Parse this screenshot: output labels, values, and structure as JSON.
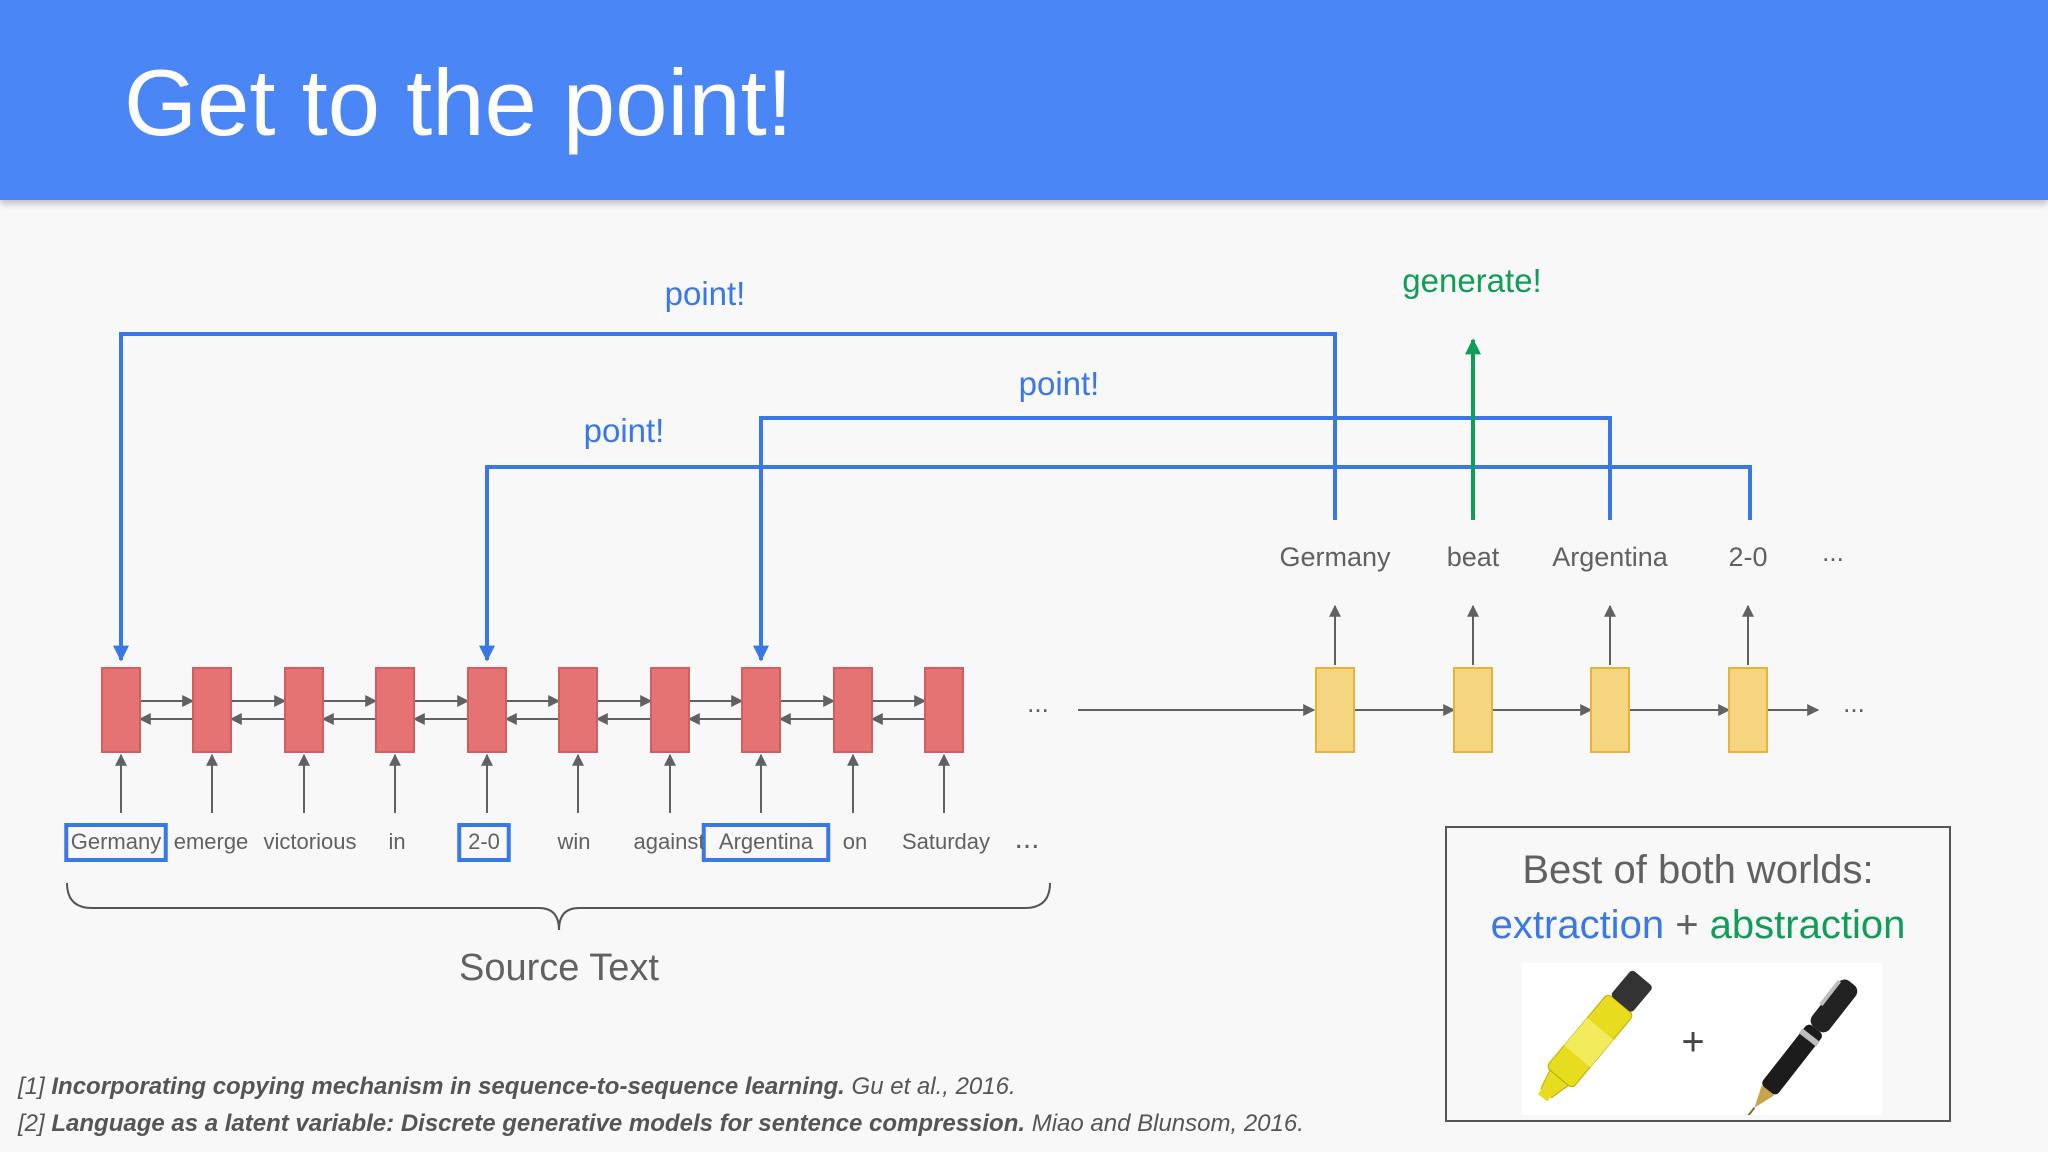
{
  "slide": {
    "title": "Get to the point!"
  },
  "diagram": {
    "labels": {
      "point_outer": "point!",
      "point_inner": "point!",
      "point_right": "point!",
      "generate": "generate!",
      "source_text": "Source Text"
    },
    "source_tokens": [
      "Germany",
      "emerge",
      "victorious",
      "in",
      "2-0",
      "win",
      "against",
      "Argentina",
      "on",
      "Saturday"
    ],
    "highlighted_tokens": [
      "Germany",
      "2-0",
      "Argentina"
    ],
    "output_tokens": [
      "Germany",
      "beat",
      "Argentina",
      "2-0"
    ],
    "ellipsis": "...",
    "colors": {
      "encoder": "#e57373",
      "decoder": "#f6d581",
      "point": "#3b78e7",
      "generate": "#0f9d58",
      "text": "#616161"
    }
  },
  "panel": {
    "title": "Best of both worlds:",
    "extraction": "extraction",
    "plus": "+",
    "abstraction": "abstraction",
    "tool_plus": "+",
    "icons": [
      "highlighter-icon",
      "fountain-pen-icon"
    ]
  },
  "references": [
    {
      "marker": "[1]",
      "title": "Incorporating copying mechanism in sequence-to-sequence learning.",
      "authors": "Gu et al., 2016."
    },
    {
      "marker": "[2]",
      "title": "Language as a latent variable: Discrete generative models for sentence compression.",
      "authors": "Miao and Blunsom, 2016."
    }
  ]
}
